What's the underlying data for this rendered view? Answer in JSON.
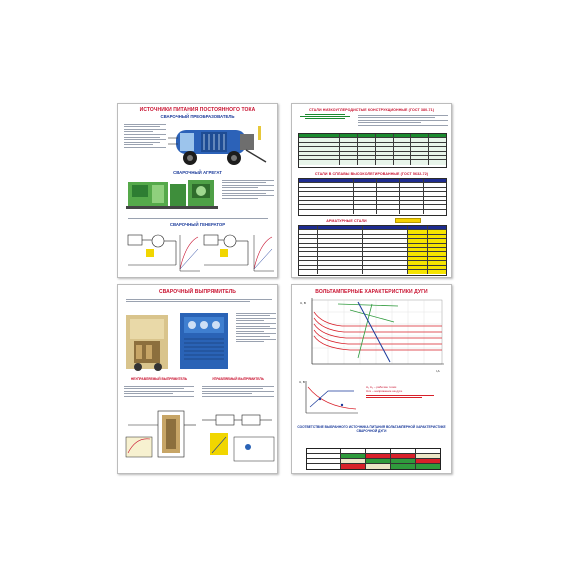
{
  "posters": {
    "p1": {
      "title": "ИСТОЧНИКИ ПИТАНИЯ ПОСТОЯННОГО ТОКА",
      "subtitle1": "СВАРОЧНЫЙ ПРЕОБРАЗОВАТЕЛЬ",
      "subtitle2": "СВАРОЧНЫЙ АГРЕГАТ",
      "subtitle3": "СВАРОЧНЫЙ ГЕНЕРАТОР"
    },
    "p2": {
      "title1": "СТАЛИ НИЗКОУГЛЕРОДИСТЫЕ КОНСТРУКЦИОННЫЕ (ГОСТ 380-71)",
      "title2": "СТАЛИ В СПЛАВЫ ВЫСОКОЛЕГИРОВАННЫЕ (ГОСТ 5632-72)",
      "title3": "АРМАТУРНЫЕ СТАЛИ"
    },
    "p3": {
      "title": "СВАРОЧНЫЙ ВЫПРЯМИТЕЛЬ",
      "subtitle1": "НЕУПРАВЛЯЕМЫЙ ВЫПРЯМИТЕЛЬ",
      "subtitle2": "УПРАВЛЯЕМЫЙ ВЫПРЯМИТЕЛЬ"
    },
    "p4": {
      "title": "ВОЛЬТАМПЕРНЫЕ ХАРАКТЕРИСТИКИ ДУГИ",
      "graph_axis_u": "U, В",
      "graph_axis_i": "I,А",
      "small_axis_u": "U, B",
      "legend1": "А₁ А₂ – рабочие точки",
      "legend2": "Uхх – напряжение на дуге",
      "bottom_title": "СООТВЕТСТВИЕ ВЫБРАННОГО ИСТОЧНИКА ПИТАНИЯ ВОЛЬТАМПЕРНОЙ ХАРАКТЕРИСТИКЕ СВАРОЧНОЙ ДУГИ"
    }
  }
}
